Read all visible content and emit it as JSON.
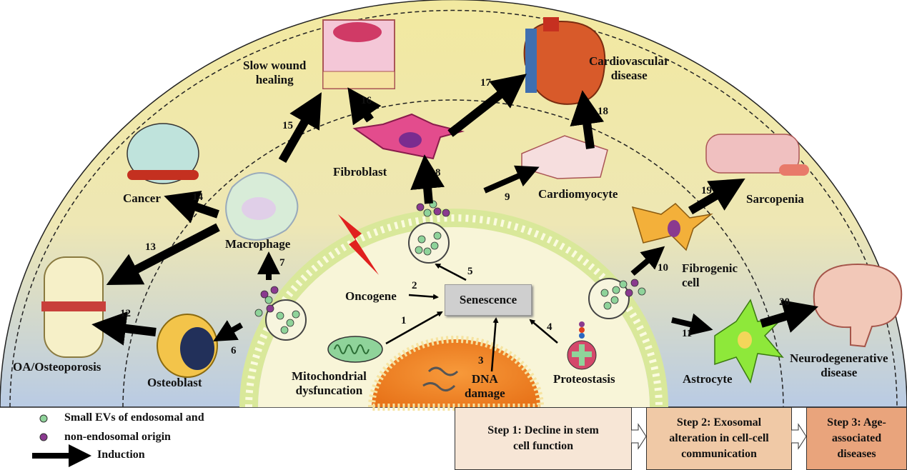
{
  "labels": {
    "slow_wound_healing": "Slow wound\nhealing",
    "cardiovascular_disease": "Cardiovascular\ndisease",
    "fibroblast": "Fibroblast",
    "cancer": "Cancer",
    "cardiomyocyte": "Cardiomyocyte",
    "sarcopenia": "Sarcopenia",
    "macrophage": "Macrophage",
    "fibrogenic_cell": "Fibrogenic\ncell",
    "oncogene": "Oncogene",
    "senescence": "Senescence",
    "oa_osteoporosis": "OA/Osteoporosis",
    "osteoblast": "Osteoblast",
    "mitochondrial_dysfunction": "Mitochondrial\ndysfuncation",
    "dna_damage": "DNA\ndamage",
    "proteostasis": "Proteostasis",
    "astrocyte": "Astrocyte",
    "neurodegenerative_disease": "Neurodegenerative\ndisease"
  },
  "numbers": [
    "1",
    "2",
    "3",
    "4",
    "5",
    "6",
    "7",
    "8",
    "9",
    "10",
    "11",
    "12",
    "13",
    "14",
    "15",
    "16",
    "17",
    "18",
    "19",
    "20"
  ],
  "legend": {
    "evs_line1": "Small EVs of endosomal and",
    "evs_line2": "non-endosomal origin",
    "induction": "Induction"
  },
  "steps": [
    {
      "label": "Step 1: Decline in stem\ncell function"
    },
    {
      "label": "Step 2: Exosomal\nalteration in cell-cell\ncommunication"
    },
    {
      "label": "Step 3: Age-\nassociated\ndiseases"
    }
  ],
  "colors": {
    "ev_green": "#8fd39a",
    "ev_purple": "#8a3a8f",
    "outer_yellow": "#f3eaa6",
    "step1": "#f7e6d6",
    "step2": "#f0c9a6",
    "step3": "#e9a47c"
  }
}
